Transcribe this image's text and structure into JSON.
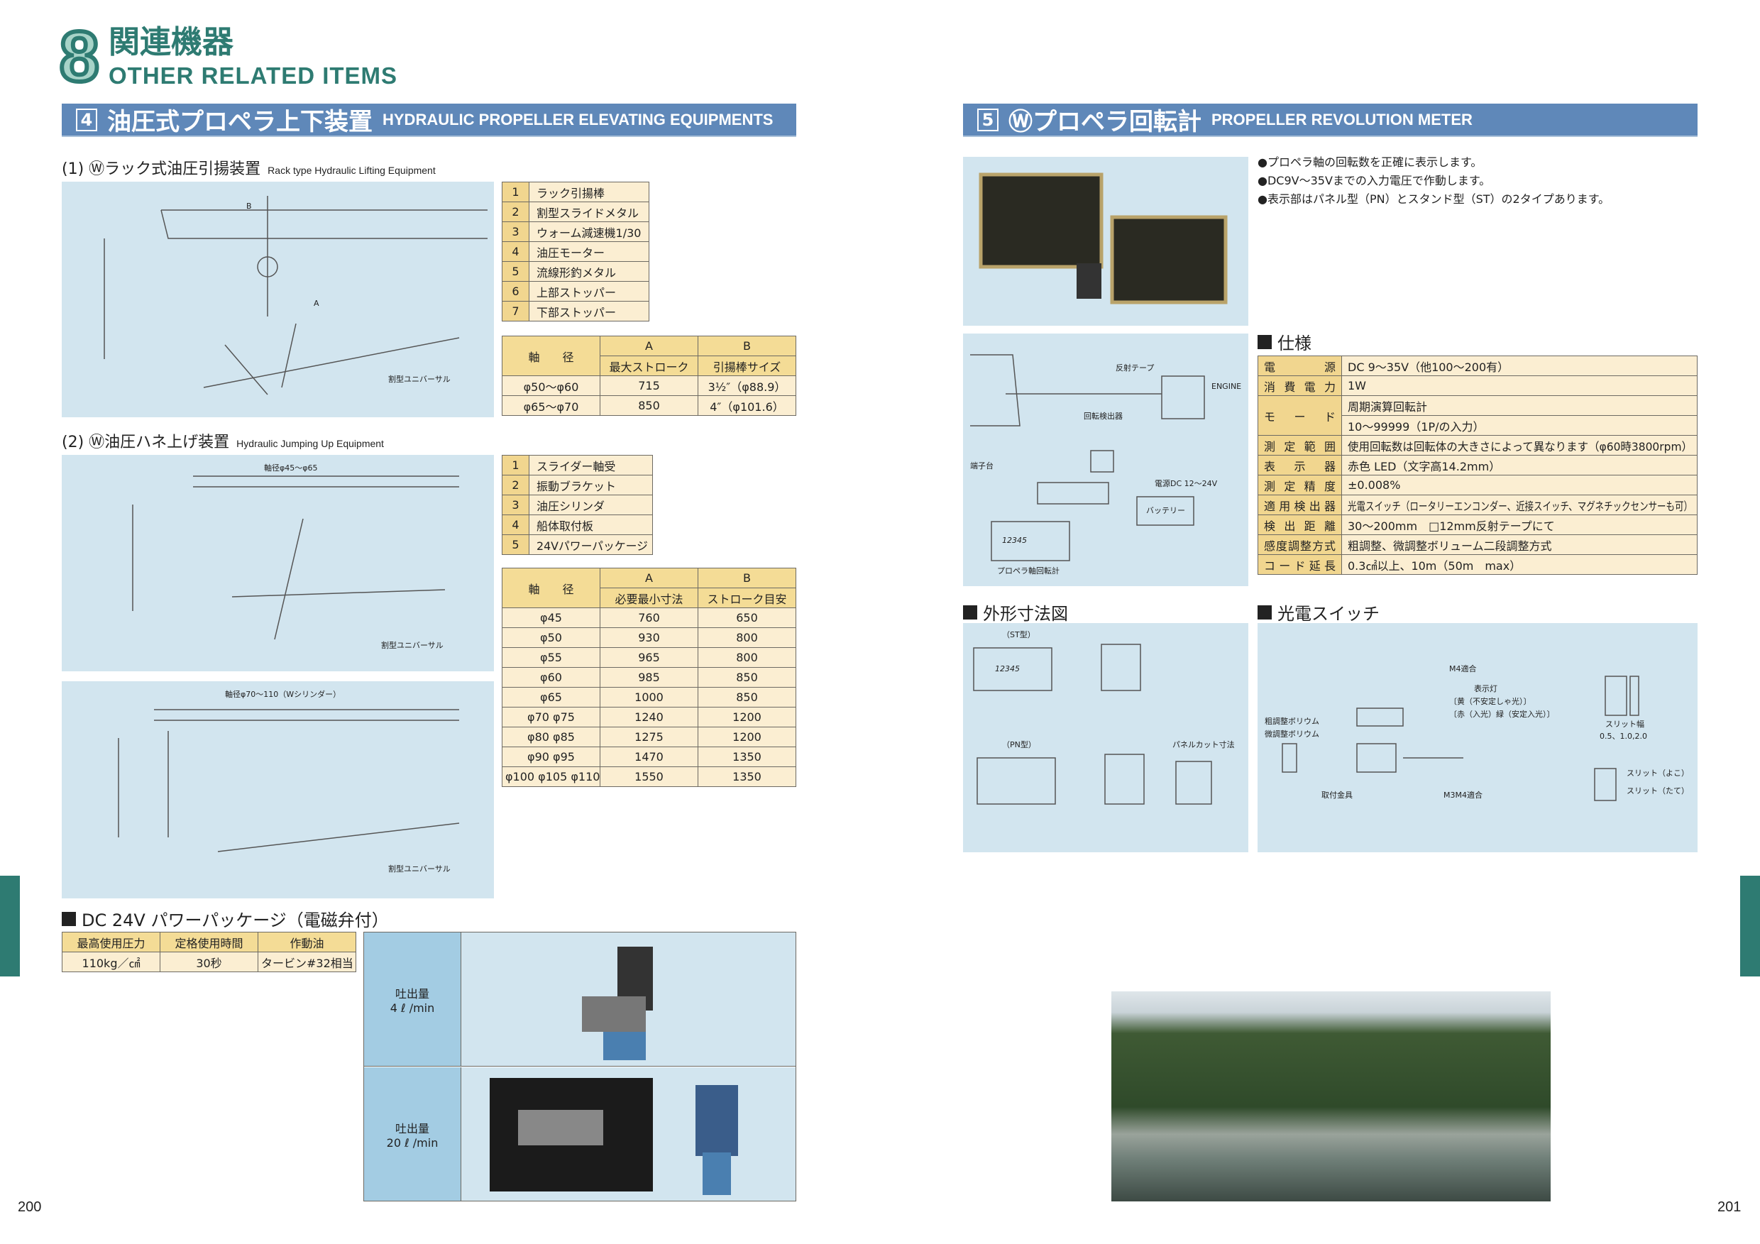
{
  "header": {
    "chapter_number": "8",
    "title_ja": "関連機器",
    "title_en": "OTHER RELATED ITEMS"
  },
  "left": {
    "banner": {
      "number": "4",
      "title_ja": "油圧式プロペラ上下装置",
      "title_en": "HYDRAULIC PROPELLER ELEVATING EQUIPMENTS"
    },
    "sec1": {
      "title": "(1) Ⓦラック式油圧引揚装置",
      "subtitle": "Rack type Hydraulic Lifting Equipment",
      "diagram_labels": [
        "B",
        "A",
        "割型ユニバーサル"
      ],
      "parts": [
        {
          "n": "1",
          "name": "ラック引揚棒"
        },
        {
          "n": "2",
          "name": "割型スライドメタル"
        },
        {
          "n": "3",
          "name": "ウォーム減速機1/30"
        },
        {
          "n": "4",
          "name": "油圧モーター"
        },
        {
          "n": "5",
          "name": "流線形釣メタル"
        },
        {
          "n": "6",
          "name": "上部ストッパー"
        },
        {
          "n": "7",
          "name": "下部ストッパー"
        }
      ],
      "table": {
        "h_shaft": "軸　　径",
        "h_a": "A",
        "h_b": "B",
        "h_a2": "最大ストローク",
        "h_b2": "引揚棒サイズ",
        "rows": [
          [
            "φ50〜φ60",
            "715",
            "3½″（φ88.9）"
          ],
          [
            "φ65〜φ70",
            "850",
            "4″（φ101.6）"
          ]
        ]
      }
    },
    "sec2": {
      "title": "(2) Ⓦ油圧ハネ上げ装置",
      "subtitle": "Hydraulic Jumping Up Equipment",
      "diagram1_caption": "軸径φ45〜φ65",
      "diagram2_caption": "軸径φ70〜110（Wシリンダー）",
      "universal_label": "割型ユニバーサル",
      "parts": [
        {
          "n": "1",
          "name": "スライダー軸受"
        },
        {
          "n": "2",
          "name": "振動ブラケット"
        },
        {
          "n": "3",
          "name": "油圧シリンダ"
        },
        {
          "n": "4",
          "name": "船体取付板"
        },
        {
          "n": "5",
          "name": "24Vパワーパッケージ"
        }
      ],
      "table": {
        "h_shaft": "軸　　径",
        "h_a": "A",
        "h_b": "B",
        "h_a2": "必要最小寸法",
        "h_b2": "ストローク目安",
        "rows": [
          [
            "φ45",
            "760",
            "650"
          ],
          [
            "φ50",
            "930",
            "800"
          ],
          [
            "φ55",
            "965",
            "800"
          ],
          [
            "φ60",
            "985",
            "850"
          ],
          [
            "φ65",
            "1000",
            "850"
          ],
          [
            "φ70 φ75",
            "1240",
            "1200"
          ],
          [
            "φ80 φ85",
            "1275",
            "1200"
          ],
          [
            "φ90 φ95",
            "1470",
            "1350"
          ],
          [
            "φ100 φ105 φ110",
            "1550",
            "1350"
          ]
        ]
      }
    },
    "power": {
      "title": "DC 24V パワーパッケージ（電磁弁付）",
      "headers": [
        "最高使用圧力",
        "定格使用時間",
        "作動油"
      ],
      "values": [
        "110kg／㎠",
        "30秒",
        "タービン#32相当"
      ],
      "pumps": [
        {
          "label": "吐出量",
          "flow": "4 ℓ /min"
        },
        {
          "label": "吐出量",
          "flow": "20 ℓ /min"
        }
      ]
    },
    "page_number": "200"
  },
  "right": {
    "banner": {
      "number": "5",
      "title_ja": "Ⓦプロペラ回転計",
      "title_en": "PROPELLER REVOLUTION METER"
    },
    "bullets": [
      "●プロペラ軸の回転数を正確に表示します。",
      "●DC9V〜35Vまでの入力電圧で作動します。",
      "●表示部はパネル型（PN）とスタンド型（ST）の2タイプあります。"
    ],
    "wiring_labels": {
      "tape": "反射テープ",
      "engine": "ENGINE",
      "detector": "回転検出器",
      "terminal": "端子台",
      "power": "電源DC 12〜24V",
      "battery": "バッテリー",
      "meter": "プロペラ軸回転計",
      "display": "12345"
    },
    "spec": {
      "title": "仕様",
      "rows": [
        [
          "電　源",
          "DC 9〜35V（他100〜200有）"
        ],
        [
          "消費電力",
          "1W"
        ],
        [
          "モード",
          "周期演算回転計"
        ],
        [
          "",
          "10〜99999（1P/の入力）"
        ],
        [
          "測定範囲",
          "使用回転数は回転体の大きさによって異なります（φ60時3800rpm）"
        ],
        [
          "表示器",
          "赤色 LED（文字高14.2mm）"
        ],
        [
          "測定精度",
          "±0.008%"
        ],
        [
          "適用検出器",
          "光電スイッチ（ロータリーエンコンダー、近接スイッチ、マグネチックセンサーも可）"
        ],
        [
          "検出距離",
          "30〜200mm　□12mm反射テープにて"
        ],
        [
          "感度調整方式",
          "粗調整、微調整ボリューム二段調整方式"
        ],
        [
          "コード延長",
          "0.3㎠以上、10m（50m　max）"
        ]
      ]
    },
    "outline": {
      "title": "外形寸法図",
      "labels": [
        "（ST型）",
        "（PN型）",
        "パネルカット寸法",
        "12345"
      ]
    },
    "switch": {
      "title": "光電スイッチ",
      "labels": [
        "M4適合",
        "表示灯",
        "〔黄（不安定しゃ光）〕",
        "〔赤（入光）緑（安定入光）〕",
        "粗調整ボリウム",
        "微調整ボリウム",
        "取付金具",
        "M3M4適合",
        "スリット幅",
        "0.5、1.0,2.0",
        "スリット（よこ）",
        "スリット（たて）"
      ]
    },
    "page_number": "201"
  },
  "colors": {
    "teal": "#2e7b72",
    "banner": "#5f88b9",
    "diagram_bg": "#d2e5ef",
    "table_header": "#f4dc96",
    "table_cell": "#fbeed2"
  }
}
